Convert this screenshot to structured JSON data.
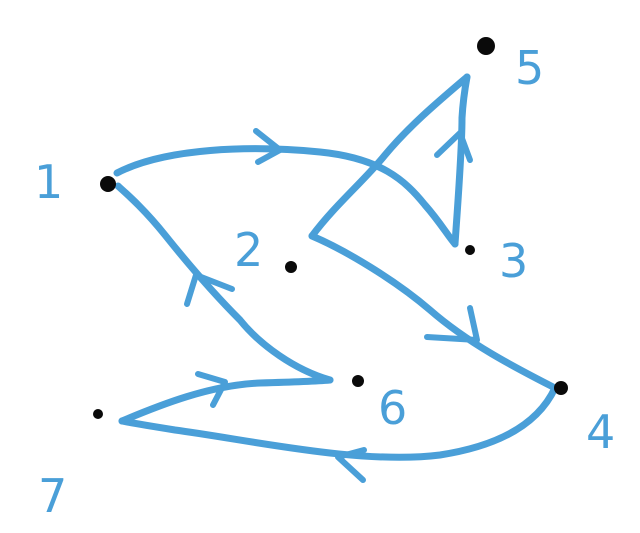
{
  "colors": {
    "edge": "#4a9fd8",
    "label": "#4a9fd8",
    "node": "#0a0a0a",
    "background": "#ffffff"
  },
  "nodes": [
    {
      "id": "1",
      "label": "1"
    },
    {
      "id": "2",
      "label": "2"
    },
    {
      "id": "3",
      "label": "3"
    },
    {
      "id": "4",
      "label": "4"
    },
    {
      "id": "5",
      "label": "5"
    },
    {
      "id": "6",
      "label": "6"
    },
    {
      "id": "7",
      "label": "7"
    }
  ],
  "edges": [
    {
      "from": "1",
      "to": "3"
    },
    {
      "from": "3",
      "to": "5"
    },
    {
      "from": "5",
      "to": "2"
    },
    {
      "from": "2",
      "to": "4"
    },
    {
      "from": "4",
      "to": "7"
    },
    {
      "from": "7",
      "to": "6"
    },
    {
      "from": "6",
      "to": "1"
    }
  ]
}
